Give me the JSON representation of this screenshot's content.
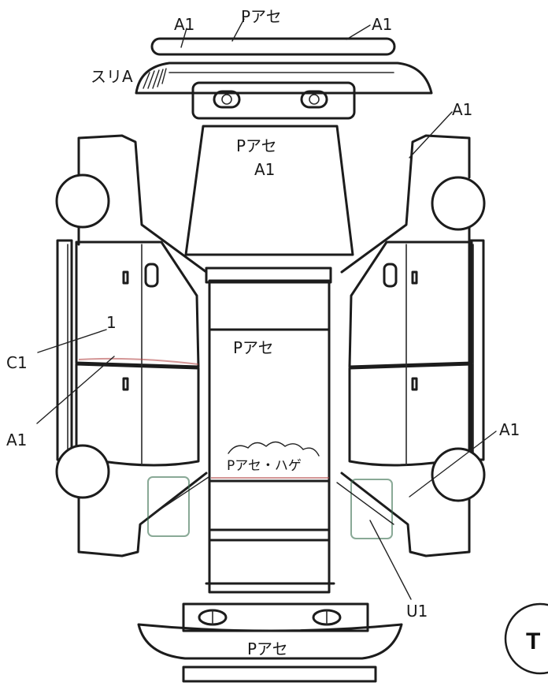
{
  "annotations": {
    "rear_bumper_left": "A1",
    "rear_bumper_center": "Pアセ",
    "rear_bumper_right": "A1",
    "rear_panel": "スリA",
    "rear_glass_line1": "Pアセ",
    "rear_glass_line2": "A1",
    "right_rear_quarter": "A1",
    "left_door_top": "1",
    "left_side_c": "C1",
    "left_side_a": "A1",
    "roof": "Pアセ",
    "hood_front": "Pアセ・ハゲ",
    "right_front": "A1",
    "right_front_u": "U1",
    "front_bumper": "Pアセ"
  },
  "badge": {
    "letter": "T"
  },
  "colors": {
    "ink": "#1c1c1c",
    "pen": "#1a1a1a",
    "red_stripe": "#b04040",
    "green_lamp": "#3a7050"
  }
}
